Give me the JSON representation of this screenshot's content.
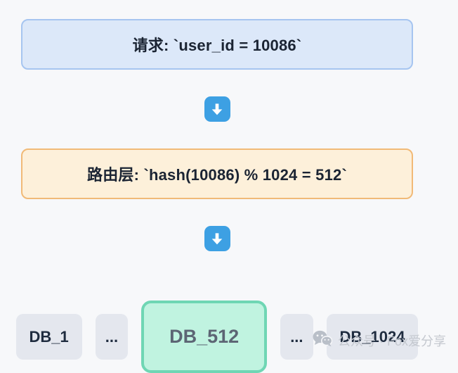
{
  "diagram": {
    "request_box": {
      "label": "请求: `user_id = 10086`"
    },
    "router_box": {
      "label": "路由层: `hash(10086) % 1024 = 512`"
    },
    "databases": [
      {
        "label": "DB_1",
        "highlighted": false
      },
      {
        "label": "...",
        "highlighted": false
      },
      {
        "label": "DB_512",
        "highlighted": true
      },
      {
        "label": "...",
        "highlighted": false
      },
      {
        "label": "DB_1024",
        "highlighted": false
      }
    ],
    "icons": {
      "arrow": "down-arrow-icon",
      "watermark": "wechat-icon"
    }
  },
  "watermark": {
    "text": "公众号 · Fox爱分享"
  },
  "colors": {
    "page_bg": "#f7f8fa",
    "request_bg": "#dce8f9",
    "request_border": "#a6c5f0",
    "router_bg": "#fdf0da",
    "router_border": "#f1ba77",
    "arrow_bg": "#3da0e3",
    "db_bg": "#e4e7ee",
    "db_text": "#1f2c3f",
    "db_highlight_bg": "#c0f3e0",
    "db_highlight_border": "#6fd6b4",
    "db_highlight_text": "#5c6574",
    "box_text": "#1b2433",
    "watermark_text": "#c4c8cf"
  }
}
